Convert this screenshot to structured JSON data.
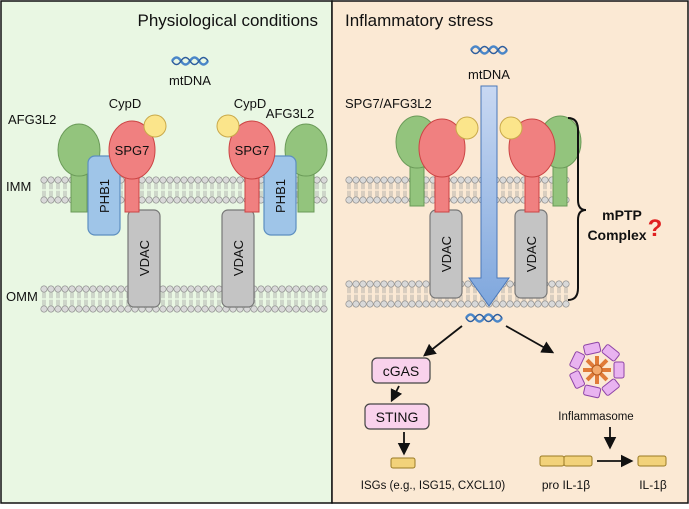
{
  "colors": {
    "left_bg": "#e9f7e3",
    "right_bg": "#fbe9d4",
    "afg3l2": "#93c47d",
    "spg7": "#f08080",
    "cypd": "#fbe58b",
    "phb1": "#9fc5e8",
    "vdac": "#c4c4c4",
    "mtdna": "#4a86c8",
    "pore": "#a9c4ea",
    "cgas_sting": "#f9d2ec",
    "isg": "#f2d27a",
    "question": "#e02020"
  },
  "icons": [
    "mtdna-helix-icon",
    "inflammasome-icon",
    "arrow-icon",
    "question-mark-icon"
  ],
  "left_panel": {
    "title": "Physiological conditions",
    "mtdna": "mtDNA",
    "afg3l2": "AFG3L2",
    "cypd": "CypD",
    "spg7": "SPG7",
    "phb1": "PHB1",
    "vdac": "VDAC",
    "imm": "IMM",
    "omm": "OMM"
  },
  "right_panel": {
    "title": "Inflammatory stress",
    "mtdna": "mtDNA",
    "spg7_afg3l2": "SPG7/AFG3L2",
    "vdac": "VDAC",
    "mptp_line1": "mPTP",
    "mptp_line2": "Complex",
    "question": "?",
    "cgas": "cGAS",
    "sting": "STING",
    "isgs": "ISGs (e.g., ISG15, CXCL10)",
    "inflammasome": "Inflammasome",
    "pro_il1b": "pro IL-1β",
    "il1b": "IL-1β"
  }
}
